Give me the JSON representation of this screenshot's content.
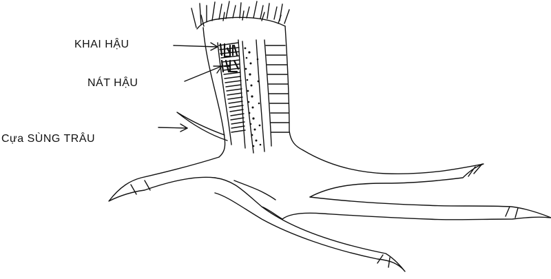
{
  "labels": {
    "khai_hau": "KHAI HẬU",
    "nat_hau": "NÁT HẬU",
    "cua_sung_trau": "Cựa SÙNG TRÂU"
  },
  "colors": {
    "ink": "#111111",
    "background": "#ffffff"
  }
}
